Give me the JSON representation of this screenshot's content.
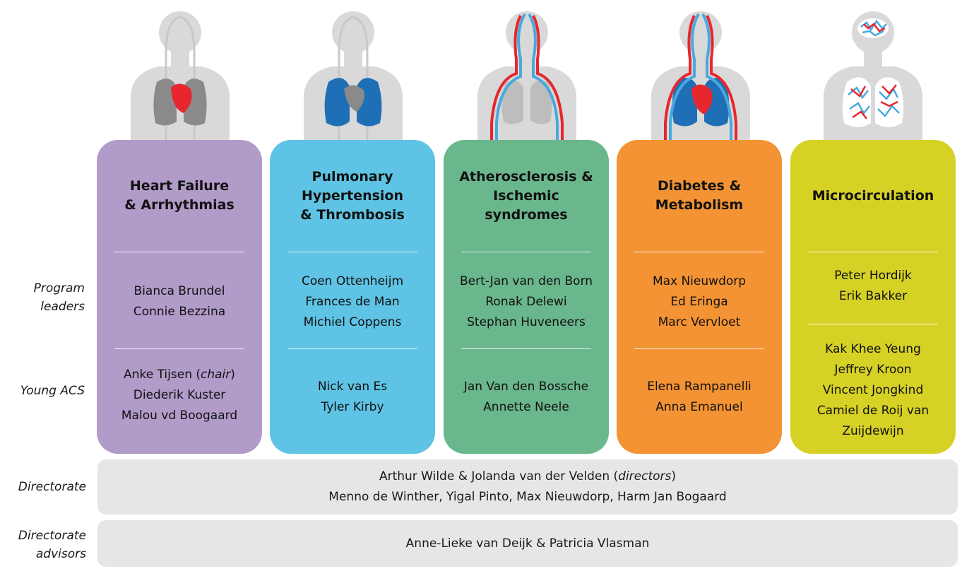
{
  "row_labels": {
    "program_leaders": "Program\nleaders",
    "young_acs": "Young ACS"
  },
  "colors": {
    "heart_failure": "#b09bc9",
    "pulmonary": "#5ec3e4",
    "atherosclerosis": "#6ab68d",
    "diabetes": "#f39333",
    "microcirculation": "#d6d125",
    "bar": "#e6e6e6",
    "artery_red": "#e8262d",
    "vein_blue": "#48a9df",
    "lung_blue": "#1f6fb6",
    "body_gray": "#d9d9d9"
  },
  "columns": [
    {
      "title": "Heart Failure\n& Arrhythmias",
      "leaders": "Bianca Brundel\nConnie Bezzina",
      "young_prefix": "Anke Tijsen (",
      "young_italic": "chair",
      "young_suffix": ")",
      "young_rest": "Diederik Kuster\nMalou vd Boogaard",
      "icon": "heart-figure-icon"
    },
    {
      "title": "Pulmonary\nHypertension\n& Thrombosis",
      "leaders": "Coen Ottenheijm\nFrances de Man\nMichiel Coppens",
      "young": "Nick van Es\nTyler Kirby",
      "icon": "lungs-figure-icon"
    },
    {
      "title": "Atherosclerosis &\nIschemic\nsyndromes",
      "leaders": "Bert-Jan van den Born\nRonak Delewi\nStephan Huveneers",
      "young": "Jan Van den Bossche\nAnnette Neele",
      "icon": "vessels-figure-icon"
    },
    {
      "title": "Diabetes &\nMetabolism",
      "leaders": "Max Nieuwdorp\nEd Eringa\nMarc Vervloet",
      "young": "Elena Rampanelli\nAnna Emanuel",
      "icon": "metabolism-figure-icon"
    },
    {
      "title": "Microcirculation",
      "leaders": "Peter Hordijk\nErik Bakker",
      "young": "Kak Khee Yeung\nJeffrey Kroon\nVincent Jongkind\nCamiel de Roij van\nZuijdewijn",
      "icon": "microcirculation-figure-icon"
    }
  ],
  "directorate": {
    "label": "Directorate",
    "line1_prefix": "Arthur Wilde & Jolanda van der Velden (",
    "line1_italic": "directors",
    "line1_suffix": ")",
    "line2": "Menno de Winther, Yigal Pinto, Max Nieuwdorp, Harm Jan Bogaard"
  },
  "advisors": {
    "label": "Directorate\nadvisors",
    "text": "Anne-Lieke van Deijk & Patricia Vlasman"
  }
}
